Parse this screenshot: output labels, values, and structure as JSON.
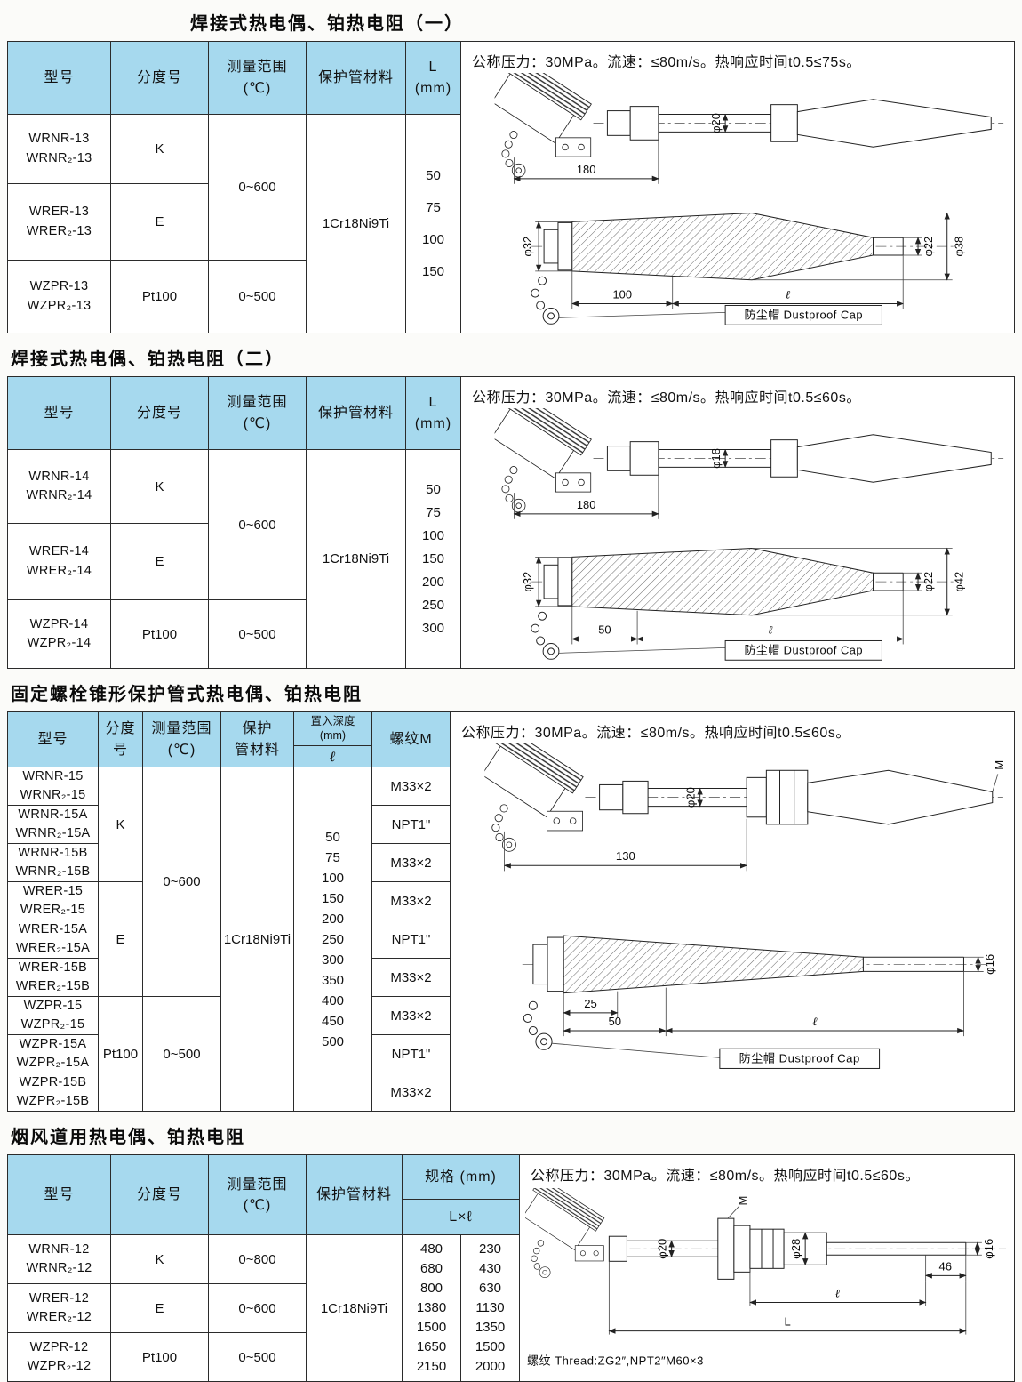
{
  "sections": [
    {
      "title": "焊接式热电偶、铂热电阻（一）",
      "spec": "公称压力：30MPa。流速：≤80m/s。热响应时间t0.5≤75s。",
      "table": {
        "h_model": "型号",
        "h_grad": "分度号",
        "h_range": "测量范围\n(℃)",
        "h_material": "保护管材料",
        "h_len": "L\n(mm)",
        "rows": [
          {
            "model": "WRNR-13\nWRNR₂-13",
            "grad": "K"
          },
          {
            "model": "WRER-13\nWRER₂-13",
            "grad": "E"
          },
          {
            "model": "WZPR-13\nWZPR₂-13",
            "grad": "Pt100"
          }
        ],
        "range_ke": "0~600",
        "range_pt": "0~500",
        "material": "1Cr18Ni9Ti",
        "lengths": "50\n75\n100\n150"
      },
      "drawing": {
        "dia_tube": "φ20",
        "len_head": "180",
        "dia_mid": "φ38",
        "dia_tip": "φ22",
        "dia_base": "φ32",
        "len_a": "100",
        "ell": "ℓ",
        "cap": "防尘帽 Dustproof Cap"
      }
    },
    {
      "title": "焊接式热电偶、铂热电阻（二）",
      "spec": "公称压力：30MPa。流速：≤80m/s。热响应时间t0.5≤60s。",
      "table": {
        "h_model": "型号",
        "h_grad": "分度号",
        "h_range": "测量范围\n(℃)",
        "h_material": "保护管材料",
        "h_len": "L\n(mm)",
        "rows": [
          {
            "model": "WRNR-14\nWRNR₂-14",
            "grad": "K"
          },
          {
            "model": "WRER-14\nWRER₂-14",
            "grad": "E"
          },
          {
            "model": "WZPR-14\nWZPR₂-14",
            "grad": "Pt100"
          }
        ],
        "range_ke": "0~600",
        "range_pt": "0~500",
        "material": "1Cr18Ni9Ti",
        "lengths": "50\n75\n100\n150\n200\n250\n300"
      },
      "drawing": {
        "dia_tube": "φ18",
        "len_head": "180",
        "dia_mid": "φ42",
        "dia_tip": "φ22",
        "dia_base": "φ32",
        "len_a": "50",
        "ell": "ℓ",
        "cap": "防尘帽 Dustproof Cap"
      }
    },
    {
      "title": "固定螺栓锥形保护管式热电偶、铂热电阻",
      "spec": "公称压力：30MPa。流速：≤80m/s。热响应时间t0.5≤60s。",
      "table": {
        "h_model": "型号",
        "h_grad": "分度号",
        "h_range": "测量范围\n(℃)",
        "h_material": "保护\n管材料",
        "h_depth": "置入深度\n(mm)",
        "h_depth_sym": "ℓ",
        "h_thread": "螺纹M",
        "rows": [
          {
            "model": "WRNR-15\nWRNR₂-15",
            "thread": "M33×2"
          },
          {
            "model": "WRNR-15A\nWRNR₂-15A",
            "thread": "NPT1\""
          },
          {
            "model": "WRNR-15B\nWRNR₂-15B",
            "thread": "M33×2"
          },
          {
            "model": "WRER-15\nWRER₂-15",
            "thread": "M33×2"
          },
          {
            "model": "WRER-15A\nWRER₂-15A",
            "thread": "NPT1\""
          },
          {
            "model": "WRER-15B\nWRER₂-15B",
            "thread": "M33×2"
          },
          {
            "model": "WZPR-15\nWZPR₂-15",
            "thread": "M33×2"
          },
          {
            "model": "WZPR-15A\nWZPR₂-15A",
            "thread": "NPT1\""
          },
          {
            "model": "WZPR-15B\nWZPR₂-15B",
            "thread": "M33×2"
          }
        ],
        "grad_k": "K",
        "grad_e": "E",
        "grad_pt": "Pt100",
        "range_ke": "0~600",
        "range_pt": "0~500",
        "material": "1Cr18Ni9Ti",
        "depths": "50\n75\n100\n150\n200\n250\n300\n350\n400\n450\n500"
      },
      "drawing": {
        "dia_tube": "φ20",
        "thread": "M",
        "len_head": "130",
        "dia_tip": "φ16",
        "len_a": "25",
        "len_b": "50",
        "ell": "ℓ",
        "cap": "防尘帽 Dustproof Cap"
      }
    },
    {
      "title": "烟风道用热电偶、铂热电阻",
      "spec": "公称压力：30MPa。流速：≤80m/s。热响应时间t0.5≤60s。",
      "table": {
        "h_model": "型号",
        "h_grad": "分度号",
        "h_range": "测量范围\n(℃)",
        "h_material": "保护管材料",
        "h_spec": "规格 (mm)",
        "h_spec_sub": "L×ℓ",
        "rows": [
          {
            "model": "WRNR-12\nWRNR₂-12",
            "grad": "K",
            "range": "0~800"
          },
          {
            "model": "WRER-12\nWRER₂-12",
            "grad": "E",
            "range": "0~600"
          },
          {
            "model": "WZPR-12\nWZPR₂-12",
            "grad": "Pt100",
            "range": "0~500"
          }
        ],
        "material": "1Cr18Ni9Ti",
        "col_L": "480\n680\n800\n1380\n1500\n1650\n2150",
        "col_l": "230\n430\n630\n1130\n1350\n1500\n2000"
      },
      "drawing": {
        "dia_tube": "φ20",
        "thread": "M",
        "dia_mid": "φ28",
        "dia_tip": "φ16",
        "len_tip": "46",
        "ell": "ℓ",
        "len_total": "L",
        "thread_note": "螺纹 Thread:ZG2″,NPT2″M60×3"
      }
    }
  ]
}
